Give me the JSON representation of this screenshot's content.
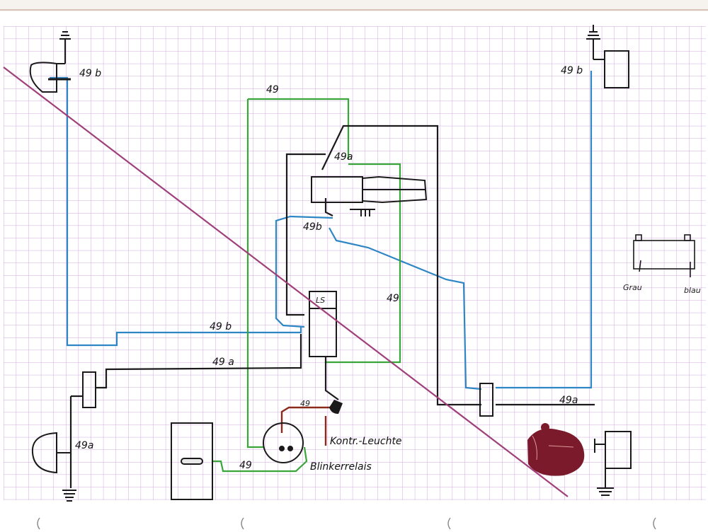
{
  "labels": {
    "top_left_49b": "49 b",
    "top_right_49b": "49 b",
    "switch_top_49": "49",
    "switch_49a": "49a",
    "switch_49b": "49b",
    "switch_right_49": "49",
    "ls": "LS",
    "left_mid_49b": "49 b",
    "left_mid_49a": "49 a",
    "bottom_left_49a": "49a",
    "relay_top_49": "49",
    "bottom_49": "49",
    "right_bottom_49a": "49a",
    "kontr_leuchte": "Kontr.-Leuchte",
    "blinkerrelais": "Blinkerrelais",
    "grau": "Grau",
    "blau": "blau"
  },
  "colors": {
    "grid": "#c8a6d6",
    "grid_major": "#b48bc7",
    "green_wire": "#3aa63a",
    "blue_wire": "#2e7fc0",
    "black_wire": "#1a1a1a",
    "brown_wire": "#8b2a1c",
    "diagonal": "#a0407a",
    "stamp": "#7a1a2a"
  }
}
